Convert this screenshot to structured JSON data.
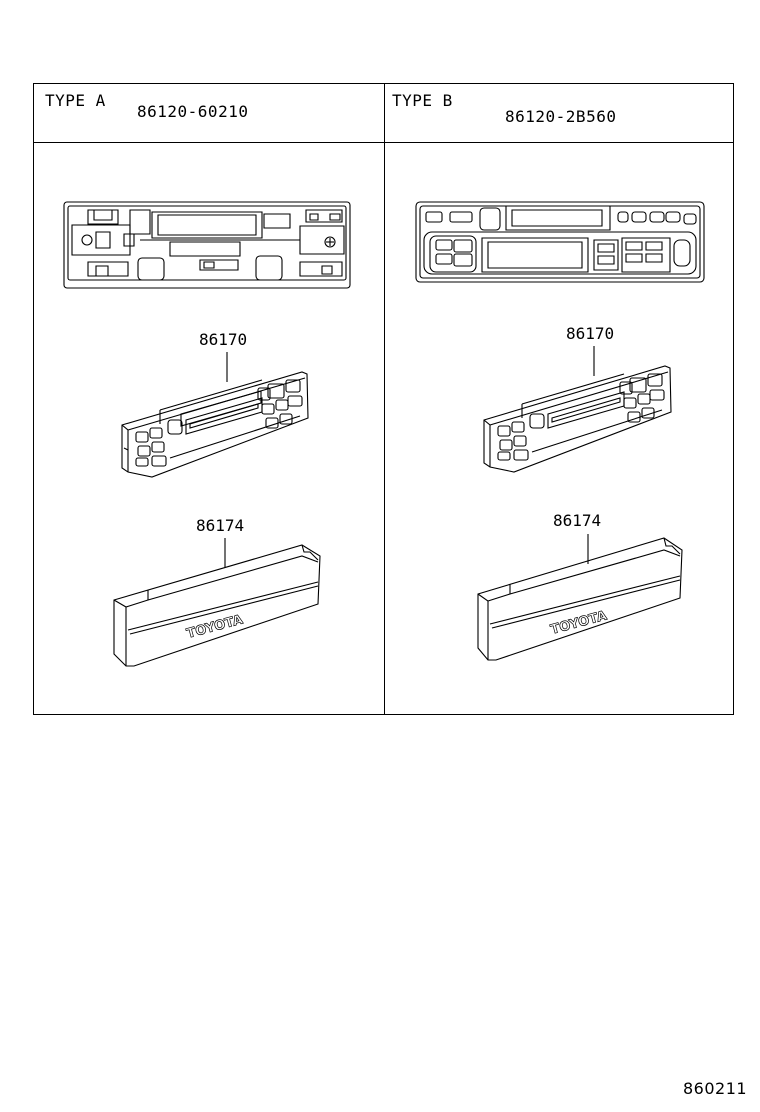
{
  "panels": [
    {
      "type_label": "TYPE A",
      "part_number": "86120-60210",
      "front_part": "86170",
      "cover_part": "86174",
      "cover_text": "TOYOTA"
    },
    {
      "type_label": "TYPE B",
      "part_number": "86120-2B560",
      "front_part": "86170",
      "cover_part": "86174",
      "cover_text": "TOYOTA"
    }
  ],
  "drawing_id": "860211"
}
